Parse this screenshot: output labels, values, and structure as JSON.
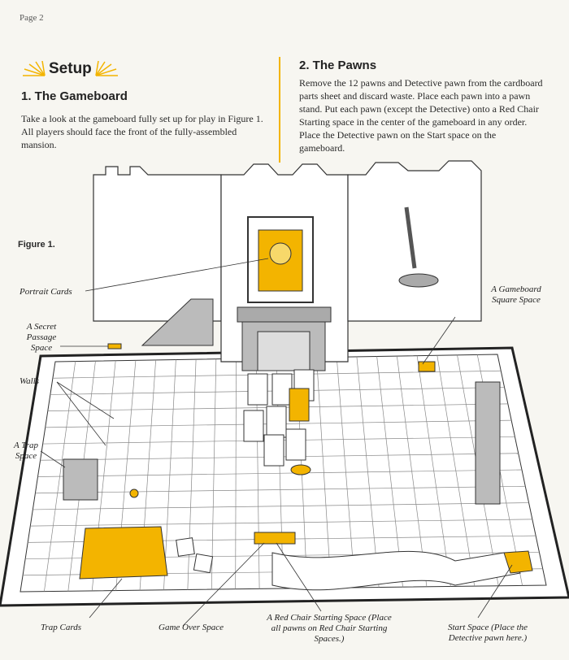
{
  "page": {
    "number": "Page 2"
  },
  "setup": {
    "title": "Setup"
  },
  "gameboard": {
    "heading": "1. The Gameboard",
    "body": "Take a look at the gameboard fully set up for play in Figure 1. All players should face the front of the fully-assembled mansion."
  },
  "pawns": {
    "heading": "2. The Pawns",
    "body": "Remove the 12 pawns and Detective pawn from the cardboard parts sheet and discard waste. Place each pawn into a pawn stand. Put each pawn (except the Detective) onto a Red Chair Starting space in the center of the gameboard in any order. Place the Detective pawn on the Start space on the gameboard."
  },
  "figure": {
    "label": "Figure 1.",
    "callouts": {
      "portrait_cards": "Portrait Cards",
      "secret_passage": "A Secret Passage Space",
      "walls": "Walls",
      "trap_space": "A Trap Space",
      "gameboard_square": "A Gameboard Square Space",
      "trap_cards": "Trap Cards",
      "game_over": "Game Over Space",
      "red_chair": "A Red Chair Starting Space (Place all pawns on Red Chair Starting Spaces.)",
      "start_space": "Start Space (Place the Detective pawn here.)"
    }
  },
  "colors": {
    "accent": "#f3b400",
    "ink": "#2a2a2a",
    "paper": "#f7f6f1"
  }
}
